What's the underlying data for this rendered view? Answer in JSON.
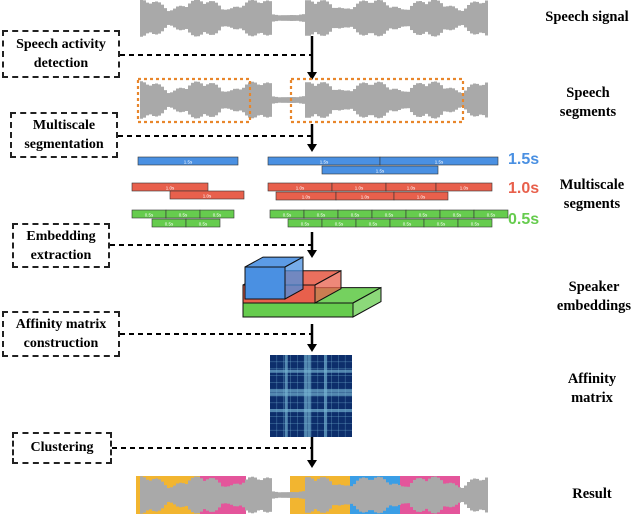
{
  "right_labels": {
    "speech_signal": "Speech signal",
    "speech_segments": [
      "Speech",
      "segments"
    ],
    "multiscale_segments": [
      "Multiscale",
      "segments"
    ],
    "speaker_embeddings": [
      "Speaker",
      "embeddings"
    ],
    "affinity_matrix": [
      "Affinity",
      "matrix"
    ],
    "result": "Result"
  },
  "steps": {
    "speech_activity_detection": [
      "Speech activity",
      "detection"
    ],
    "multiscale_segmentation": [
      "Multiscale",
      "segmentation"
    ],
    "embedding_extraction": [
      "Embedding",
      "extraction"
    ],
    "affinity_matrix_construction": [
      "Affinity matrix",
      "construction"
    ],
    "clustering": "Clustering"
  },
  "scales": {
    "s15": "1.5s",
    "s10": "1.0s",
    "s05": "0.5s"
  },
  "segment_labels": {
    "l15": "1.5s",
    "l10": "1.0s",
    "l05": "0.5s"
  },
  "colors": {
    "scale_15": "#4a90e2",
    "scale_10": "#e8604c",
    "scale_05": "#66cc4e",
    "wave": "#a9a9a9",
    "speaker_a": "#f2b530",
    "speaker_b": "#e4559b",
    "speaker_c": "#3a9ee6",
    "matrix_bg": "#0d2e6b",
    "matrix_line": "#7ab8d6",
    "highlight_box": "#e8862b"
  }
}
